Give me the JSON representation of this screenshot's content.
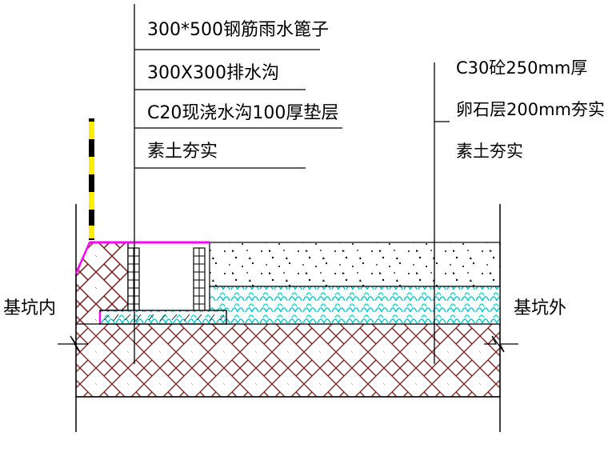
{
  "labels": {
    "left_callouts": [
      "300*500钢筋雨水篦子",
      "300X300排水沟",
      "C20现浇水沟100厚垫层",
      "素土夯实"
    ],
    "right_callouts": [
      "C30砼250mm厚",
      "卵石层200mm夯实",
      "素土夯实"
    ],
    "inside_pit": "基坑内",
    "outside_pit": "基坑外"
  },
  "colors": {
    "magenta": "#ff00ff",
    "cyan": "#00e5e5",
    "soil_hatch": "#7a1e1e",
    "pole_yellow": "#ffee00",
    "line": "#000000"
  }
}
